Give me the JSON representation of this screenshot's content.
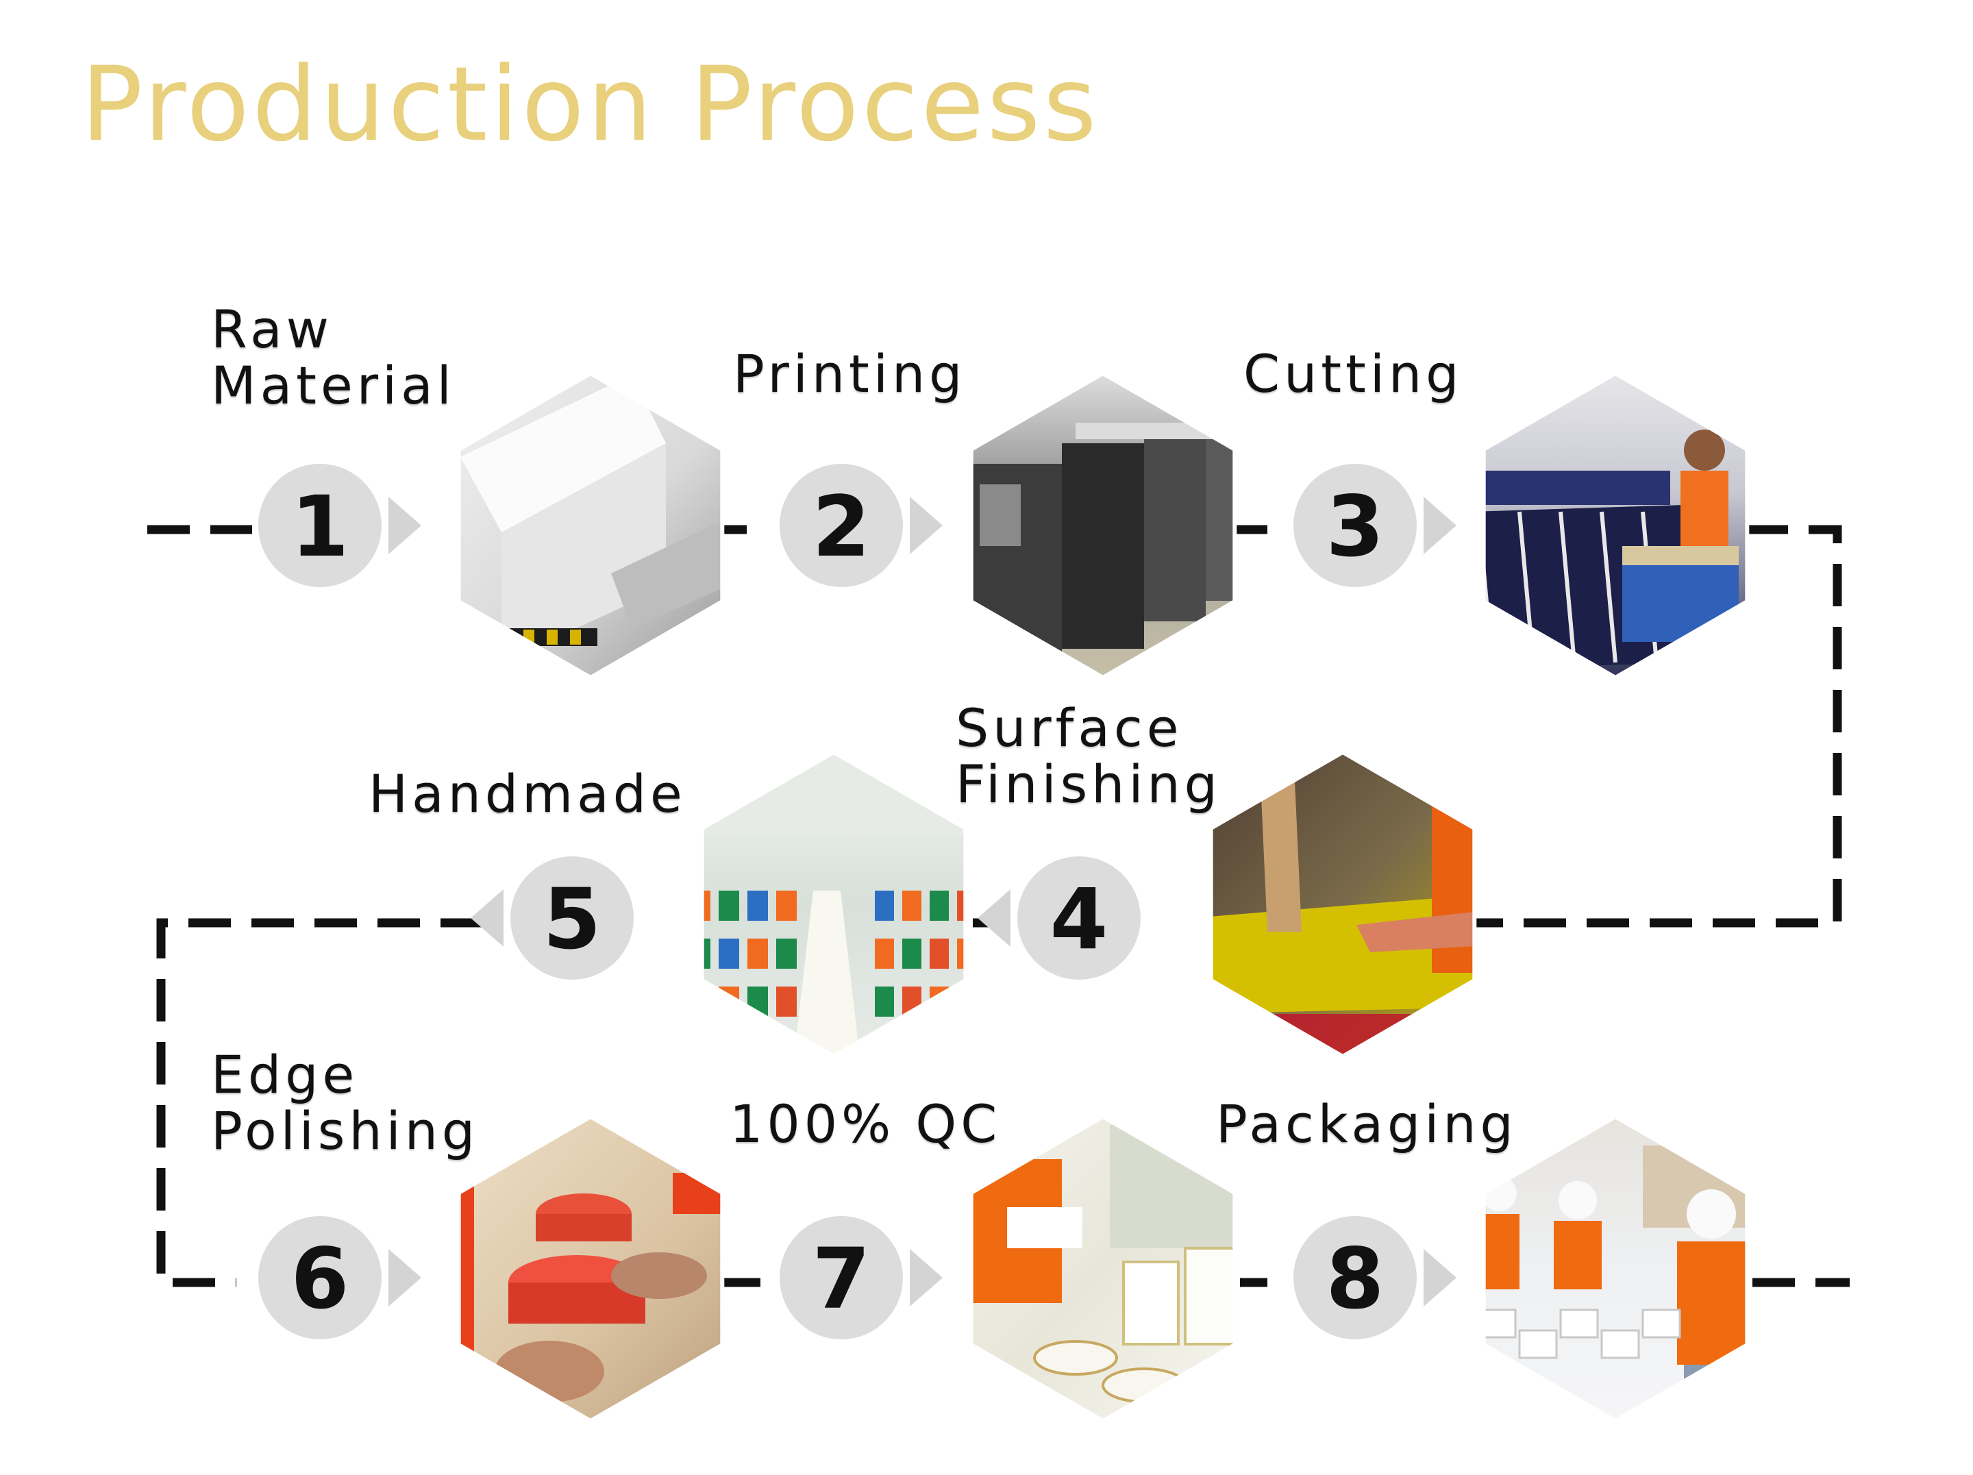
{
  "title": "Production Process",
  "colors": {
    "title": "#e8d07c",
    "line": "#111111",
    "circle": "#dcdcdc",
    "number": "#111111",
    "arrow": "#d4d4d4"
  },
  "steps": [
    {
      "number": "1",
      "label": "Raw\nMaterial",
      "photo": "paper-stack-photo",
      "pointing": "right"
    },
    {
      "number": "2",
      "label": "Printing",
      "photo": "printing-press-photo",
      "pointing": "right"
    },
    {
      "number": "3",
      "label": "Cutting",
      "photo": "cutting-machine-photo",
      "pointing": "right"
    },
    {
      "number": "4",
      "label": "Surface\nFinishing",
      "photo": "surface-finishing-photo",
      "pointing": "left"
    },
    {
      "number": "5",
      "label": "Handmade",
      "photo": "workshop-photo",
      "pointing": "left"
    },
    {
      "number": "6",
      "label": "Edge\nPolishing",
      "photo": "edge-polishing-photo",
      "pointing": "right"
    },
    {
      "number": "7",
      "label": "100% QC",
      "photo": "quality-check-photo",
      "pointing": "right"
    },
    {
      "number": "8",
      "label": "Packaging",
      "photo": "packaging-photo",
      "pointing": "right"
    }
  ]
}
